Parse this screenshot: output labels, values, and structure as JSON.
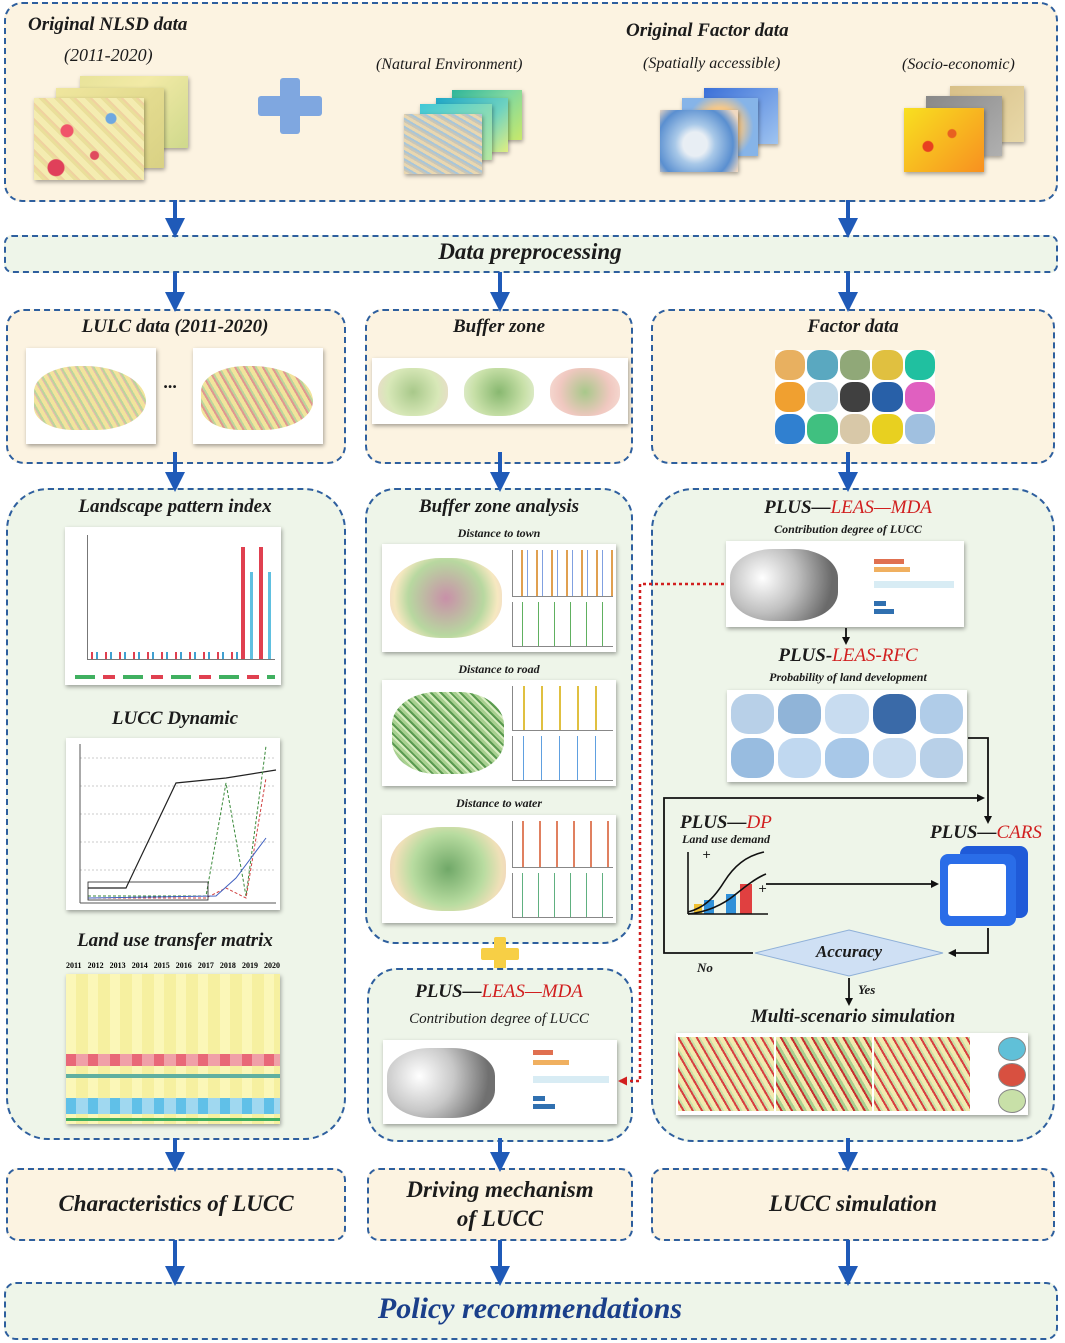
{
  "top": {
    "nlsd_title": "Original NLSD data",
    "nlsd_years": "(2011-2020)",
    "factor_title": "Original   Factor  data",
    "natural": "(Natural Environment)",
    "spatial": "(Spatially accessible)",
    "socio": "(Socio-economic)"
  },
  "preprocessing": "Data preprocessing",
  "row2": {
    "lulc": "LULC data (2011-2020)",
    "ellipsis": "...",
    "buffer": "Buffer zone",
    "factor": "Factor data"
  },
  "left": {
    "landscape": "Landscape pattern index",
    "dynamic": "LUCC  Dynamic",
    "transfer": "Land use transfer matrix",
    "years": [
      "2011",
      "2012",
      "2013",
      "2014",
      "2015",
      "2016",
      "2017",
      "2018",
      "2019",
      "2020"
    ]
  },
  "middle": {
    "title": "Buffer zone analysis",
    "town": "Distance to town",
    "road": "Distance to road",
    "water": "Distance to water",
    "mda_prefix": "PLUS—",
    "mda_red": "LEAS—MDA",
    "contribution": "Contribution degree of LUCC"
  },
  "right": {
    "mda_prefix": "PLUS—",
    "mda_red": "LEAS—MDA",
    "contribution": "Contribution degree of LUCC",
    "rfc_prefix": "PLUS-",
    "rfc_red": "LEAS-RFC",
    "probability": "Probability of land development",
    "dp_prefix": "PLUS—",
    "dp_red": "DP",
    "demand": "Land use demand",
    "cars_prefix": "PLUS—",
    "cars_red": "CARS",
    "accuracy": "Accuracy",
    "no": "No",
    "yes": "Yes",
    "multi": "Multi-scenario simulation"
  },
  "outputs": {
    "characteristics": "Characteristics of LUCC",
    "driving1": "Driving mechanism",
    "driving2": "of  LUCC",
    "simulation": "LUCC simulation"
  },
  "policy": "Policy recommendations",
  "colors": {
    "border": "#2e5f9e",
    "arrow": "#1f5ab8",
    "accent_red": "#d11f1f",
    "plus_blue": "#7fa7e0",
    "plus_yellow": "#f7cf45"
  }
}
